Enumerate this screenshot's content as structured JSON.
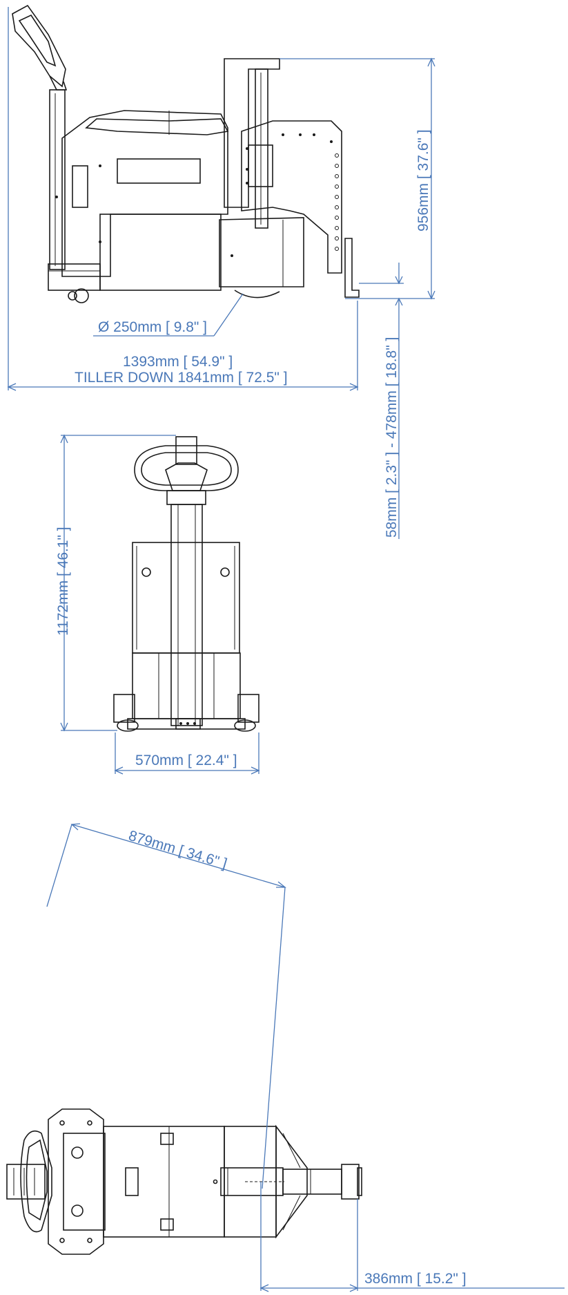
{
  "views": {
    "side": {
      "name": "side-view"
    },
    "front": {
      "name": "front-view"
    },
    "top": {
      "name": "top-view"
    }
  },
  "dimensions": {
    "wheel_diameter": "Ø 250mm [ 9.8\" ]",
    "length_line1": "1393mm [ 54.9\" ]",
    "length_line2": "TILLER DOWN 1841mm [ 72.5\" ]",
    "mast_height": "956mm [ 37.6\" ]",
    "lift_range": "58mm [ 2.3\" ] - 478mm [ 18.8\" ]",
    "front_height": "1172mm [ 46.1\" ]",
    "width": "570mm [ 22.4\" ]",
    "turning_radius": "879mm [ 34.6\" ]",
    "fork_offset": "386mm [ 15.2\" ]"
  },
  "colors": {
    "dimension": "#4a78b8",
    "line": "#1a1a1a"
  }
}
